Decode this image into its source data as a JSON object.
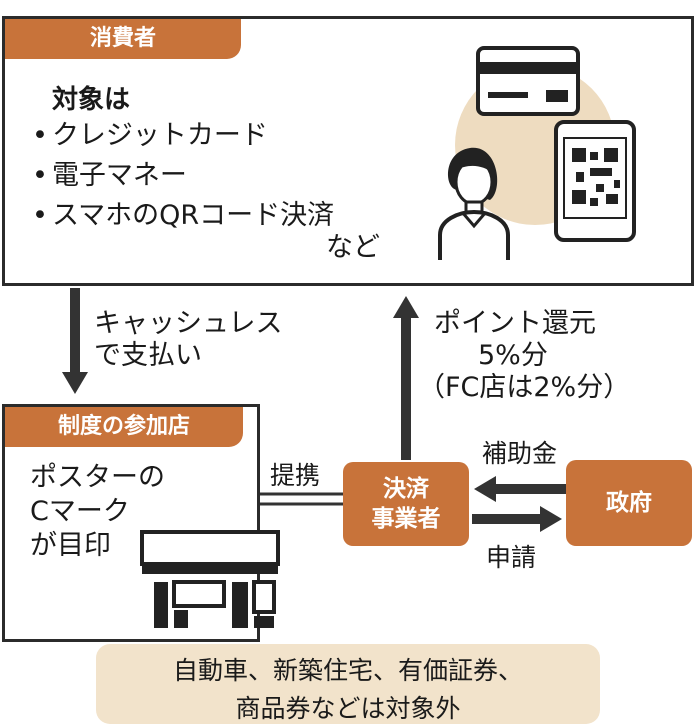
{
  "consumer": {
    "tag": "消費者",
    "target_heading": "対象は",
    "items": [
      "クレジットカード",
      "電子マネー",
      "スマホのQRコード決済"
    ],
    "items_suffix": "など"
  },
  "flow": {
    "pay_line1": "キャッシュレス",
    "pay_line2": "で支払い",
    "point_line1": "ポイント還元",
    "point_line2": "5%分",
    "point_line3": "（FC店は2%分）",
    "partner": "提携",
    "subsidy": "補助金",
    "apply": "申請"
  },
  "store": {
    "tag": "制度の参加店",
    "line1": "ポスターの",
    "line2": "Cマーク",
    "line3": "が目印"
  },
  "operator": {
    "line1": "決済",
    "line2": "事業者"
  },
  "government": {
    "label": "政府"
  },
  "footer": {
    "line1": "自動車、新築住宅、有価証券、",
    "line2": "商品券などは対象外"
  },
  "colors": {
    "accent": "#c8733a",
    "circle": "#eedcc0",
    "footer_bg": "#f2e3cb"
  }
}
